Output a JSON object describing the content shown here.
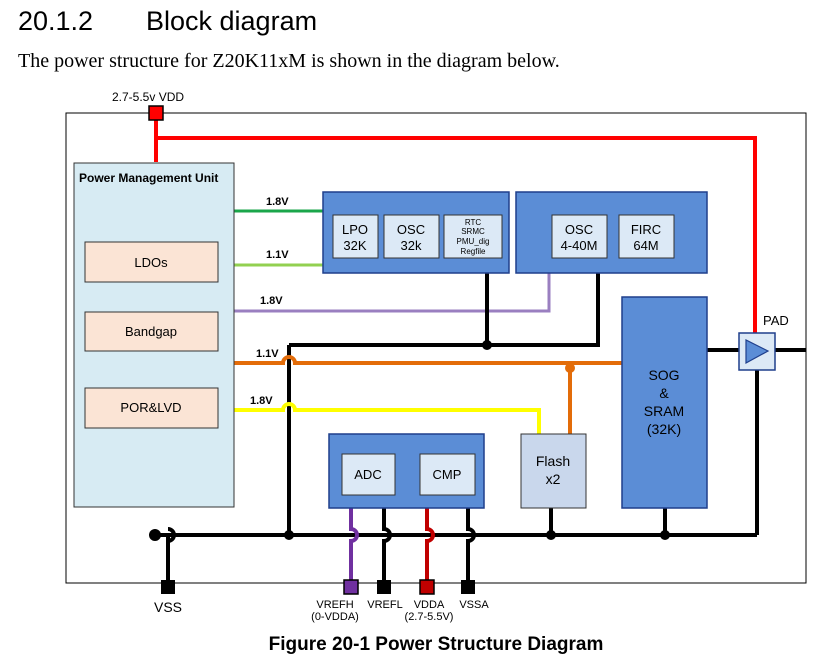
{
  "section": {
    "number": "20.1.2",
    "title": "Block diagram",
    "intro": "The power structure for Z20K11xM is shown in the diagram below."
  },
  "diagram": {
    "vdd_label": "2.7-5.5v VDD",
    "pmu": {
      "title": "Power Management Unit",
      "blocks": [
        "LDOs",
        "Bandgap",
        "POR&LVD"
      ]
    },
    "rails": [
      "1.8V",
      "1.1V",
      "1.8V",
      "1.1V",
      "1.8V"
    ],
    "osc_group_1": [
      {
        "line1": "LPO",
        "line2": "32K"
      },
      {
        "line1": "OSC",
        "line2": "32k"
      },
      {
        "lines": [
          "RTC",
          "SRMC",
          "PMU_dig",
          "Regfile"
        ]
      }
    ],
    "osc_group_2": [
      {
        "line1": "OSC",
        "line2": "4-40M"
      },
      {
        "line1": "FIRC",
        "line2": "64M"
      }
    ],
    "sog": [
      "SOG",
      "&",
      "SRAM",
      "(32K)"
    ],
    "pad_label": "PAD",
    "flash": [
      "Flash",
      "x2"
    ],
    "adc_group": [
      "ADC",
      "CMP"
    ],
    "pins": [
      {
        "lines": [
          "VSS"
        ]
      },
      {
        "lines": [
          "VREFH",
          "(0-VDDA)"
        ]
      },
      {
        "lines": [
          "VREFL"
        ]
      },
      {
        "lines": [
          "VDDA",
          "(2.7-5.5V)"
        ]
      },
      {
        "lines": [
          "VSSA"
        ]
      }
    ],
    "colors": {
      "block_fill": "#5B8DD6",
      "block_stroke": "#1F3F8C",
      "inner_fill": "#DCE9F6",
      "pmu_fill": "#D7EBF3",
      "ldo_fill": "#FBE4D5",
      "flash_fill": "#C9D7EC",
      "red": "#FF0000",
      "green": "#1AA64A",
      "light_green": "#92D050",
      "purple": "#9A7FC0",
      "orange": "#E36C09",
      "yellow": "#FFFF00",
      "dark_purple": "#7030A0"
    }
  },
  "caption": "Figure 20-1 Power Structure Diagram"
}
